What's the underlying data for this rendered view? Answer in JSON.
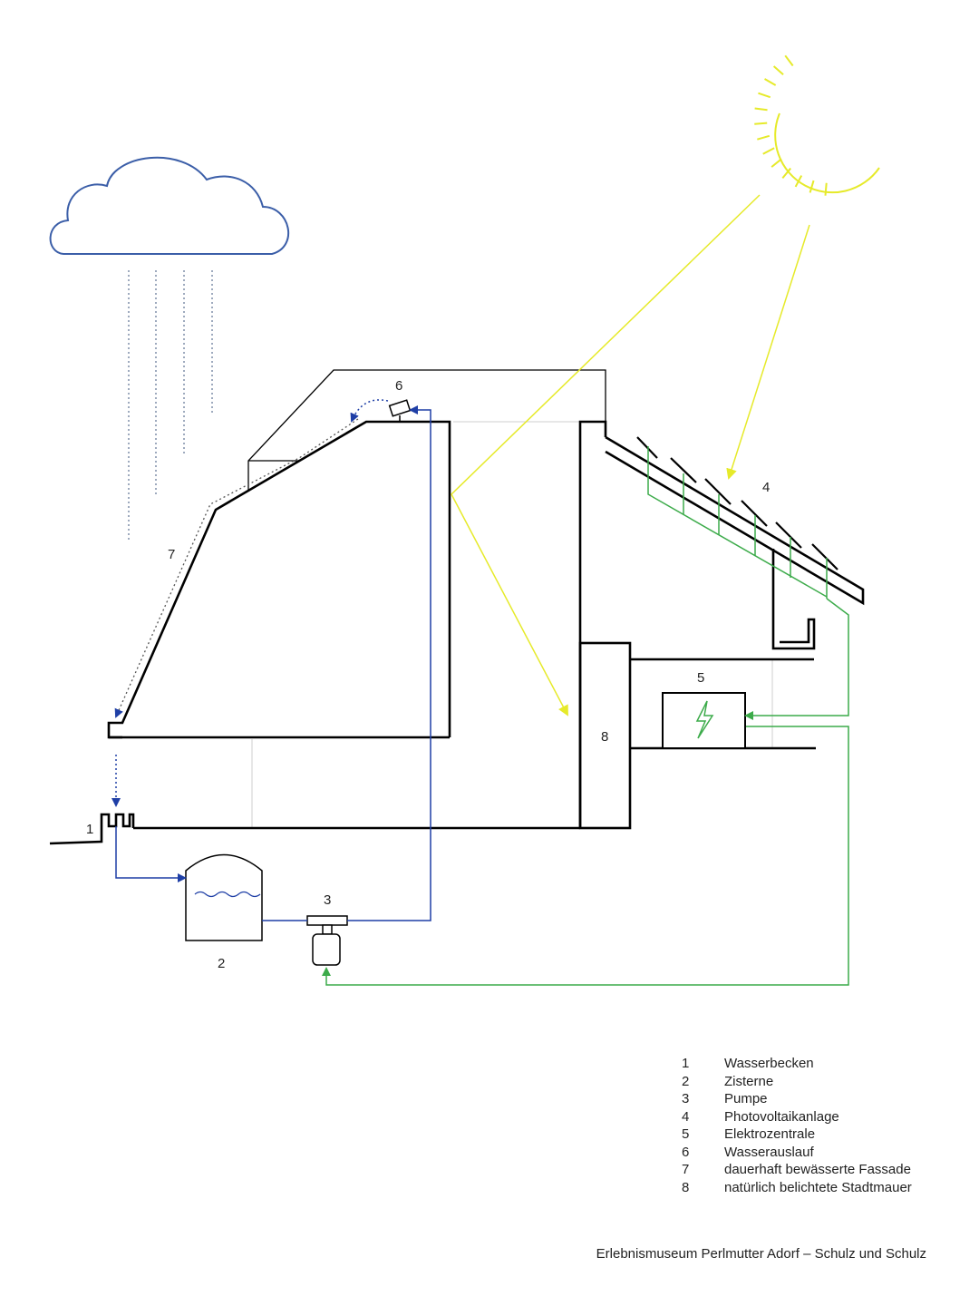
{
  "colors": {
    "structure": "#000000",
    "water": "#1f3fa6",
    "solar": "#e6ea2a",
    "electric": "#3cab4a",
    "cloud": "#3b5ea8",
    "rain": "#7f8ea8",
    "faint": "#cfcfcf"
  },
  "icons": [
    "cloud-icon",
    "sun-icon",
    "lightning-icon",
    "water-wave-icon"
  ],
  "labels": {
    "n1": "1",
    "n2": "2",
    "n3": "3",
    "n4": "4",
    "n5": "5",
    "n6": "6",
    "n7": "7",
    "n8": "8"
  },
  "legend": [
    {
      "num": "1",
      "text": "Wasserbecken"
    },
    {
      "num": "2",
      "text": "Zisterne"
    },
    {
      "num": "3",
      "text": "Pumpe"
    },
    {
      "num": "4",
      "text": "Photovoltaikanlage"
    },
    {
      "num": "5",
      "text": "Elektrozentrale"
    },
    {
      "num": "6",
      "text": "Wasserauslauf"
    },
    {
      "num": "7",
      "text": "dauerhaft bewässerte Fassade"
    },
    {
      "num": "8",
      "text": "natürlich belichtete Stadtmauer"
    }
  ],
  "caption": "Erlebnismuseum Perlmutter Adorf – Schulz und Schulz"
}
